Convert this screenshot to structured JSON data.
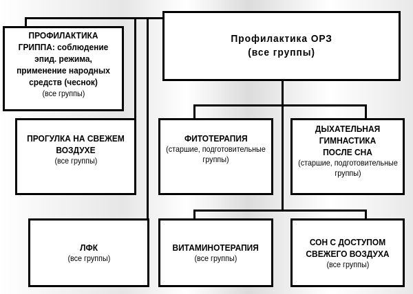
{
  "root": {
    "title": "Профилактика ОРЗ",
    "sub": "(все группы)"
  },
  "nodes": [
    {
      "title": "ПРОФИЛАКТИКА ГРИППА: соблюдение эпид. режима, применение народных средств (чеснок)",
      "sub": "(все группы)"
    },
    {
      "title": "ПРОГУЛКА НА СВЕЖЕМ ВОЗДУХЕ",
      "sub": "(все группы)"
    },
    {
      "title": "ФИТОТЕРАПИЯ",
      "sub": "(старшие, подготовительные группы)"
    },
    {
      "title": "ДЫХАТЕЛЬНАЯ ГИМНАСТИКА ПОСЛЕ СНА",
      "sub": "(старшие, подготовительные группы)"
    },
    {
      "title": "ЛФК",
      "sub": "(все группы)"
    },
    {
      "title": "ВИТАМИНОТЕРАПИЯ",
      "sub": "(все группы)"
    },
    {
      "title": "СОН С ДОСТУПОМ СВЕЖЕГО ВОЗДУХА",
      "sub": "(все группы)"
    }
  ]
}
